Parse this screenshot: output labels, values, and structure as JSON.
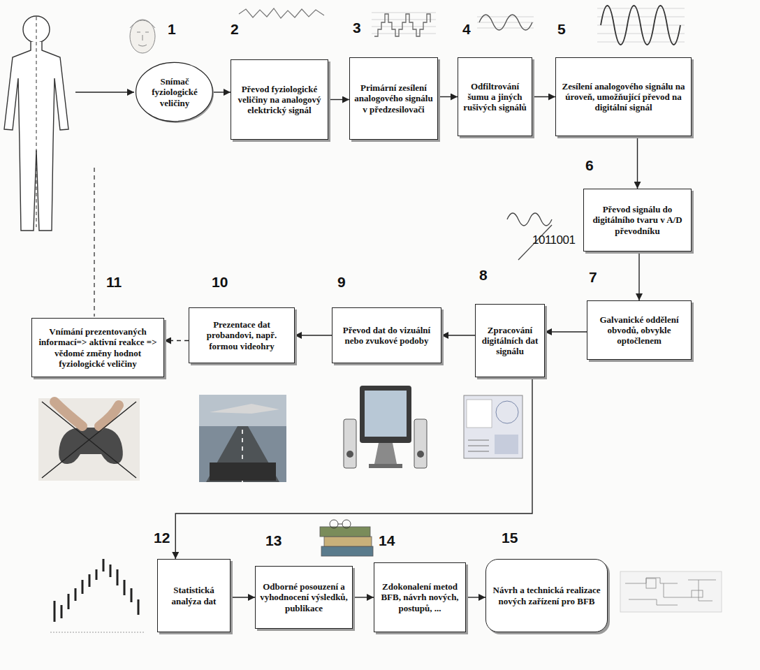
{
  "diagram": {
    "nodes": [
      {
        "text": [
          "Snímač fyziologické veličiny"
        ]
      },
      {
        "text": [
          "Převod fyziologické veličiny na analogový elektrický signál"
        ]
      },
      {
        "text": [
          "Primární zesílení analogového signálu v předzesilovači"
        ]
      },
      {
        "text": [
          "Odfiltrování šumu a jiných rušivých signálů"
        ]
      },
      {
        "text": [
          "Zesílení analogového signálu na úroveň, umožňující převod na digitální signál"
        ]
      },
      {
        "text": [
          "Převod signálu do digitálního tvaru v A/D převodníku"
        ]
      },
      {
        "text": [
          "Galvanické oddělení obvodů, obvykle optočlenem"
        ]
      },
      {
        "text": [
          "Zpracování digitálních dat signálu"
        ]
      },
      {
        "text": [
          "Převod dat do vizuální nebo zvukové podoby"
        ]
      },
      {
        "text": [
          "Prezentace dat probandovi, např. formou videohry"
        ]
      },
      {
        "text": [
          "Vnímání prezentovaných informací=> aktivní reakce => vědomé změny hodnot fyziologické veličiny"
        ]
      },
      {
        "text": [
          "Statistická analýza dat"
        ]
      },
      {
        "text": [
          "Odborné posouzení a vyhodnocení výsledků, publikace"
        ]
      },
      {
        "text": [
          "Zdokonalení metod BFB, návrh nových, postupů, ..."
        ]
      },
      {
        "text": [
          "Návrh a technická realizace nových zařízení pro BFB"
        ]
      }
    ],
    "edges": [
      {
        "from": 0,
        "to": 1,
        "arrow": "to"
      },
      {
        "from": 1,
        "to": 2,
        "arrow": "to"
      },
      {
        "from": 2,
        "to": 3,
        "arrow": "to"
      },
      {
        "from": 3,
        "to": 4,
        "arrow": "to"
      },
      {
        "from": 4,
        "to": 5,
        "arrow": "to"
      },
      {
        "from": 5,
        "to": 6,
        "arrow": "to"
      },
      {
        "from": 6,
        "to": 7,
        "arrow": "to"
      },
      {
        "from": 7,
        "to": 8,
        "arrow": "to"
      },
      {
        "from": 8,
        "to": 9,
        "arrow": "to"
      },
      {
        "from": 9,
        "to": 10,
        "arrow": "to"
      },
      {
        "from": 7,
        "to": 11,
        "arrow": "to"
      },
      {
        "from": 11,
        "to": 12,
        "arrow": "to"
      },
      {
        "from": 12,
        "to": 13,
        "arrow": "to"
      },
      {
        "from": 13,
        "to": 14,
        "arrow": "to"
      }
    ],
    "labels": [
      "1",
      "2",
      "3",
      "4",
      "5",
      "6",
      "7",
      "8",
      "9",
      "10",
      "11",
      "12",
      "13",
      "14",
      "15",
      "1011001"
    ]
  }
}
